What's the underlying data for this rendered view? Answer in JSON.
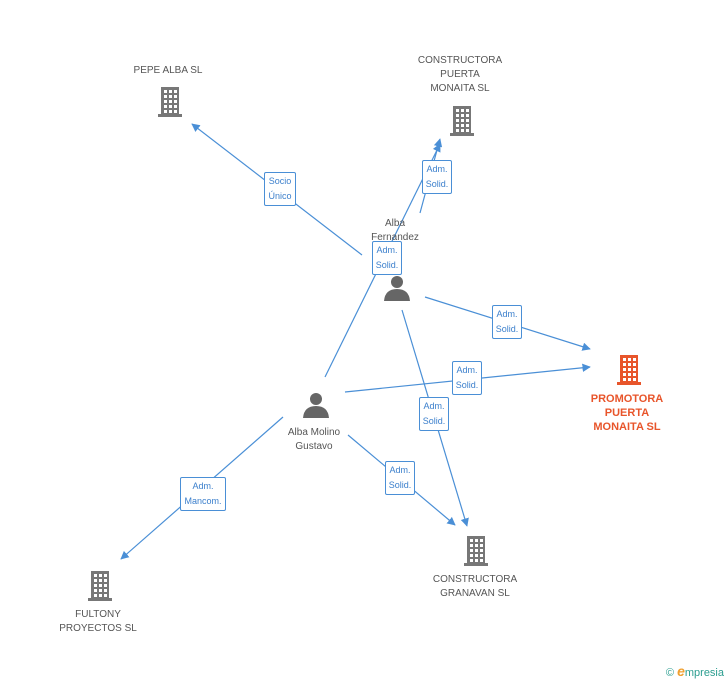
{
  "colors": {
    "edge": "#4a8fd6",
    "building": "#777777",
    "building_highlight": "#e8552b",
    "person": "#666666"
  },
  "nodes": [
    {
      "id": "pepe",
      "type": "company",
      "label": "PEPE ALBA  SL"
    },
    {
      "id": "cpm",
      "type": "company",
      "label": "CONSTRUCTORA\nPUERTA\nMONAITA SL"
    },
    {
      "id": "ppm",
      "type": "company",
      "label": "PROMOTORA\nPUERTA\nMONAITA SL",
      "highlight": true
    },
    {
      "id": "cg",
      "type": "company",
      "label": "CONSTRUCTORA\nGRANAVAN SL"
    },
    {
      "id": "fp",
      "type": "company",
      "label": "FULTONY\nPROYECTOS  SL"
    },
    {
      "id": "af",
      "type": "person",
      "label": "Alba\nFernandez"
    },
    {
      "id": "amg",
      "type": "person",
      "label": "Alba Molino\nGustavo"
    }
  ],
  "edges": [
    {
      "from": "af",
      "to": "pepe",
      "label": "Socio\nÚnico"
    },
    {
      "from": "af",
      "to": "cpm",
      "label": "Adm.\nSolid."
    },
    {
      "from": "amg",
      "to": "cpm",
      "label": "Adm.\nSolid."
    },
    {
      "from": "af",
      "to": "ppm",
      "label": "Adm.\nSolid."
    },
    {
      "from": "amg",
      "to": "ppm",
      "label": "Adm.\nSolid."
    },
    {
      "from": "af",
      "to": "cg",
      "label": "Adm.\nSolid."
    },
    {
      "from": "amg",
      "to": "cg",
      "label": "Adm.\nSolid."
    },
    {
      "from": "amg",
      "to": "fp",
      "label": "Adm.\nMancom."
    }
  ],
  "brand": {
    "copyright": "©",
    "name_initial": "e",
    "name_rest": "mpresia"
  }
}
